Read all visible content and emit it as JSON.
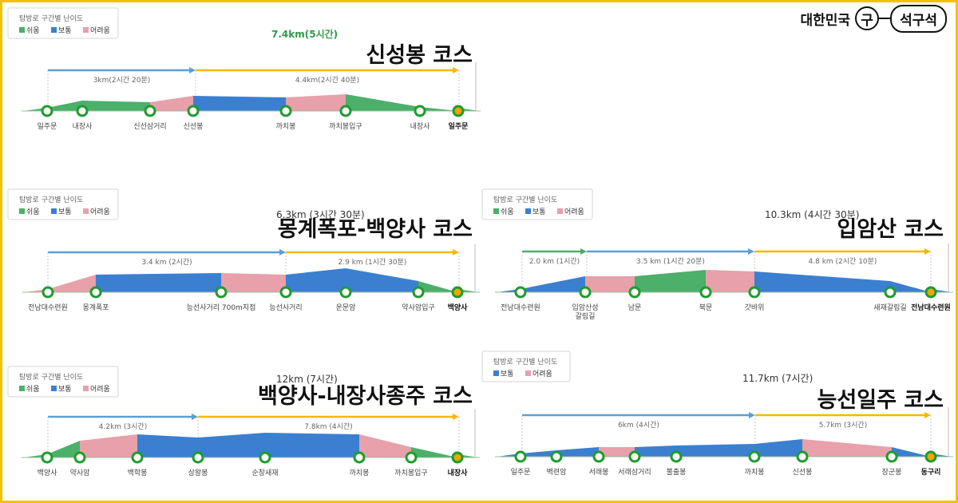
{
  "brand": {
    "country": "대한민국",
    "gu": "구",
    "name": "석구석"
  },
  "legend_title": "탐방로 구간별 난이도",
  "difficulty": {
    "easy": "쉬움",
    "normal": "보통",
    "hard": "어려움"
  },
  "colors": {
    "easy": "#4caf6a",
    "normal": "#3b7fd0",
    "hard": "#e8a0aa",
    "arrow_blue": "#5a9fd4",
    "arrow_yellow": "#f5b800",
    "node_ring": "#1f9b2e",
    "node_end": "#f0a500",
    "total_text": "#2e9a4a",
    "frame": "#f2c200"
  },
  "courses": [
    {
      "title": "신성봉 코스",
      "total": "7.4km(5시간)",
      "legend": [
        "easy",
        "normal",
        "hard"
      ],
      "segments": [
        {
          "label": "3km(2시간 20분)",
          "color": "blue"
        },
        {
          "label": "4.4km(2시간 40분)",
          "color": "yellow"
        }
      ],
      "stops": [
        "일주문",
        "내장사",
        "신선삼거리",
        "신선봉",
        "까치봉",
        "까치봉입구",
        "내장사",
        "일주문"
      ],
      "profile": [
        "easy",
        "easy",
        "hard",
        "normal",
        "hard",
        "easy",
        "easy"
      ]
    },
    {
      "title": "몽계폭포-백양사 코스",
      "total": "6.3km (3시간 30분)",
      "legend": [
        "easy",
        "normal",
        "hard"
      ],
      "segments": [
        {
          "label": "3.4 km (2시간)",
          "color": "blue"
        },
        {
          "label": "2.9 km (1시간 30분)",
          "color": "yellow"
        }
      ],
      "stops": [
        "전남대수련원",
        "몽계폭포",
        "능선사거리 700m지점",
        "능선사거리",
        "운문암",
        "약사암입구",
        "백양사"
      ],
      "profile": [
        "hard",
        "normal",
        "hard",
        "normal",
        "normal",
        "easy"
      ]
    },
    {
      "title": "입암산 코스",
      "total": "10.3km (4시간 30분)",
      "legend": [
        "easy",
        "normal",
        "hard"
      ],
      "segments": [
        {
          "label": "2.0 km (1시간)",
          "color": "green"
        },
        {
          "label": "3.5 km (1시간 20분)",
          "color": "blue"
        },
        {
          "label": "4.8 km (2시간 10분)",
          "color": "yellow"
        }
      ],
      "stops": [
        "전남대수련원",
        "입암산성 갈림길",
        "남문",
        "북문",
        "갓바위",
        "새재갈림길",
        "전남대수련원"
      ],
      "profile": [
        "normal",
        "hard",
        "easy",
        "hard",
        "normal",
        "normal"
      ]
    },
    {
      "title": "백양사-내장사종주 코스",
      "total": "12km (7시간)",
      "legend": [
        "easy",
        "normal",
        "hard"
      ],
      "segments": [
        {
          "label": "4.2km (3시간)",
          "color": "blue"
        },
        {
          "label": "7.8km (4시간)",
          "color": "yellow"
        }
      ],
      "stops": [
        "백양사",
        "약사암",
        "백학봉",
        "상왕봉",
        "순창새재",
        "까치봉",
        "까치봉입구",
        "내장사"
      ],
      "profile": [
        "easy",
        "hard",
        "normal",
        "normal",
        "normal",
        "hard",
        "easy"
      ]
    },
    {
      "title": "능선일주 코스",
      "total": "11.7km (7시간)",
      "legend": [
        "normal",
        "hard"
      ],
      "segments": [
        {
          "label": "6km (4시간)",
          "color": "blue"
        },
        {
          "label": "5.7km (3시간)",
          "color": "yellow"
        }
      ],
      "stops": [
        "일주문",
        "벽련암",
        "서래봉",
        "서래삼거리",
        "불출봉",
        "까치봉",
        "신선봉",
        "장군봉",
        "동구리"
      ],
      "profile": [
        "normal",
        "normal",
        "hard",
        "normal",
        "normal",
        "normal",
        "hard",
        "normal"
      ]
    }
  ]
}
